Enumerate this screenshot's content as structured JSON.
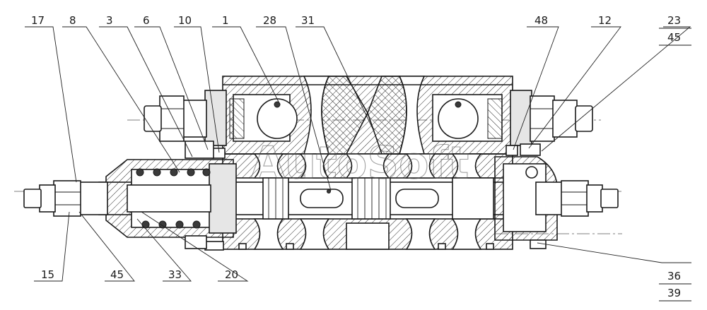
{
  "watermark": "AutoSoft",
  "top_labels": [
    "17",
    "8",
    "3",
    "6",
    "10",
    "1",
    "28",
    "31",
    "48",
    "12"
  ],
  "top_right_stack": [
    "23",
    "45"
  ],
  "bottom_labels": [
    "15",
    "45",
    "33",
    "20"
  ],
  "bottom_right_stack": [
    "36",
    "39"
  ]
}
